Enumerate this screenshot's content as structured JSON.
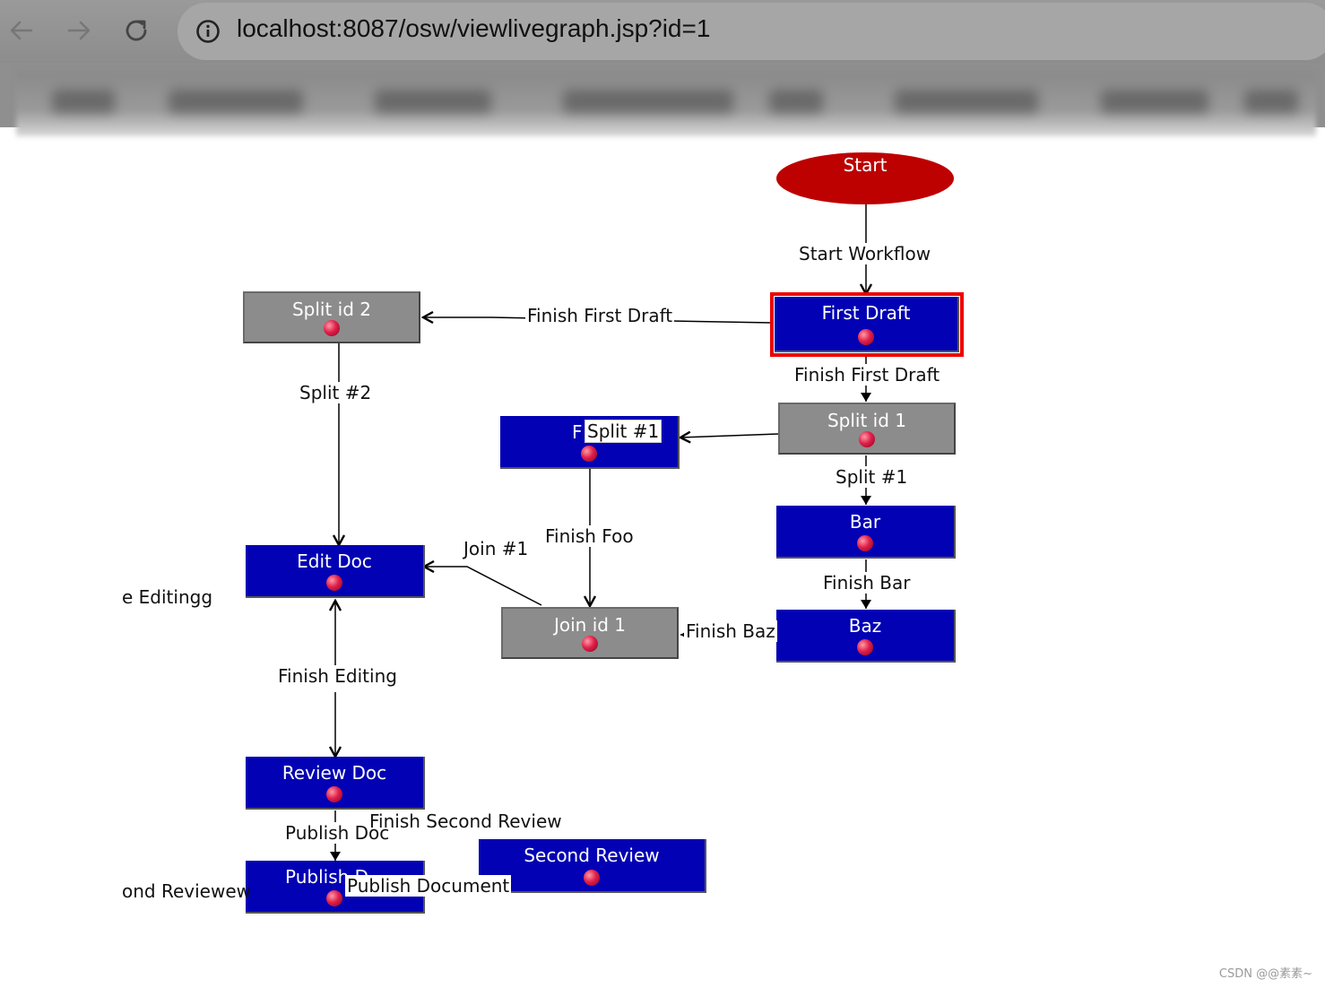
{
  "browser": {
    "url": "localhost:8087/osw/viewlivegraph.jsp?id=1"
  },
  "graph": {
    "start": {
      "label": "Start"
    },
    "nodes": {
      "first_draft": "First Draft",
      "split_id_2": "Split id 2",
      "split_id_1": "Split id 1",
      "foo_partial": "F",
      "bar": "Bar",
      "baz": "Baz",
      "join_id_1": "Join id 1",
      "edit_doc": "Edit Doc",
      "review_doc": "Review Doc",
      "publish_partial": "Publish D",
      "second_review": "Second Review"
    },
    "selected_node": "First Draft",
    "edges": {
      "start_workflow": "Start Workflow",
      "finish_first_draft_left": "Finish First Draft",
      "finish_first_draft_down": "Finish First Draft",
      "split_2": "Split #2",
      "split_1_foo": "Split #1",
      "split_1_bar": "Split #1",
      "finish_foo": "Finish Foo",
      "finish_bar": "Finish Bar",
      "finish_baz": "Finish Baz",
      "join_1": "Join #1",
      "finish_editing": "Finish Editing",
      "finish_editing_clipped": "e Editingg",
      "publish_doc": "Publish Doc",
      "finish_second_review": "Finish Second Review",
      "publish_document": "Publish Document",
      "second_review_clipped": "ond Reviewew"
    }
  },
  "watermark": "CSDN @@素素~"
}
